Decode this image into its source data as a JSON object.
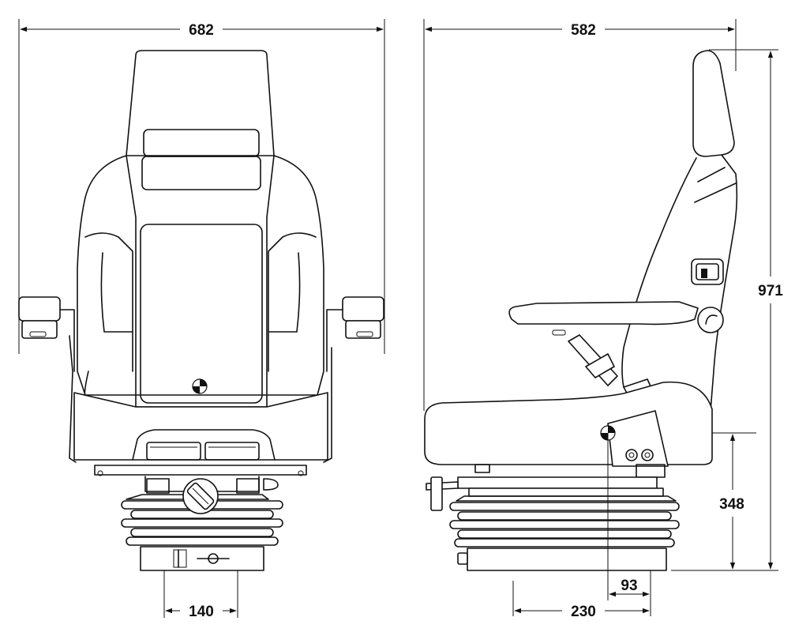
{
  "dimensions": {
    "front_width": "682",
    "side_depth": "582",
    "total_height": "971",
    "suspension_height": "348",
    "base_width_front": "140",
    "base_depth_side": "230",
    "sip_offset": "93"
  },
  "colors": {
    "line": "#111111",
    "background": "#ffffff"
  },
  "icons": {
    "sip_marker": "seat-index-point-icon",
    "height_knob": "adjustment-knob-icon",
    "lumbar_handle": "lumbar-handle-icon"
  }
}
